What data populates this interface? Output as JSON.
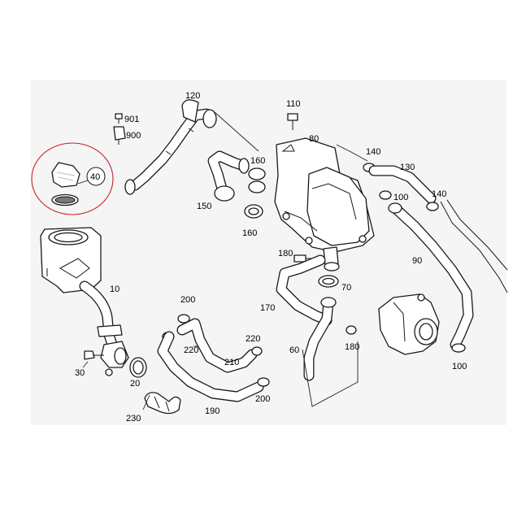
{
  "diagram": {
    "background": "#ffffff",
    "panel_color": "#f5f5f5",
    "highlight_color": "#c8202a",
    "highlighted_part": "40",
    "labels": {
      "p10": "10",
      "p20": "20",
      "p30": "30",
      "p40": "40",
      "p60": "60",
      "p70": "70",
      "p80": "80",
      "p90": "90",
      "p100a": "100",
      "p100b": "100",
      "p110": "110",
      "p120": "120",
      "p130": "130",
      "p140a": "140",
      "p140b": "140",
      "p150": "150",
      "p160a": "160",
      "p160b": "160",
      "p170": "170",
      "p180a": "180",
      "p180b": "180",
      "p190": "190",
      "p200a": "200",
      "p200b": "200",
      "p210": "210",
      "p220a": "220",
      "p220b": "220",
      "p230": "230",
      "p900": "900",
      "p901": "901"
    }
  }
}
